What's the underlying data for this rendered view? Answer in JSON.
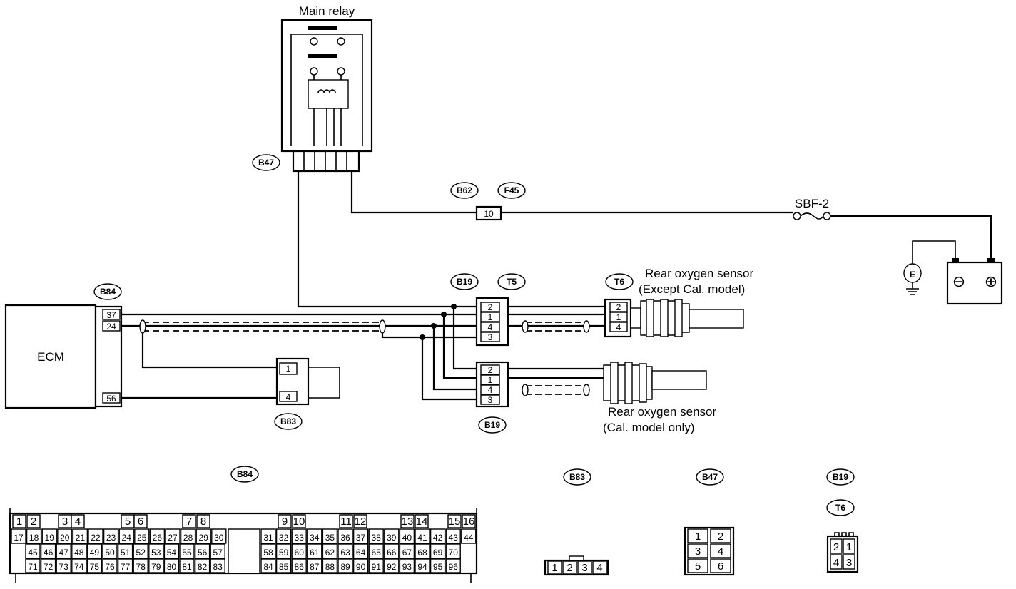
{
  "labels": {
    "main_relay": "Main relay",
    "ecm": "ECM",
    "sbf": "SBF-2",
    "sensor_a_line1": "Rear oxygen sensor",
    "sensor_a_line2": "(Except Cal. model)",
    "sensor_b_line1": "Rear oxygen sensor",
    "sensor_b_line2": "(Cal. model only)",
    "ground": "E",
    "battery_neg": "⊖",
    "battery_pos": "⊕"
  },
  "connector_tags": {
    "b47": "B47",
    "b62": "B62",
    "f45": "F45",
    "b84": "B84",
    "b19_top": "B19",
    "t5": "T5",
    "t6": "T6",
    "b83": "B83",
    "b19_bottom": "B19",
    "b84_face": "B84",
    "b83_face": "B83",
    "b47_face": "B47",
    "b19_face": "B19",
    "t6_face": "T6"
  },
  "pins": {
    "ecm": [
      "37",
      "24",
      "56"
    ],
    "b62_f45": "10",
    "t5": [
      "2",
      "1",
      "4",
      "3"
    ],
    "t6": [
      "2",
      "1",
      "4"
    ],
    "b83": [
      "1",
      "4"
    ],
    "b19": [
      "2",
      "1",
      "4",
      "3"
    ]
  },
  "faces": {
    "b84_row1": [
      "1",
      "2",
      "3",
      "4",
      "5",
      "6",
      "7",
      "8",
      "9",
      "10",
      "11",
      "12",
      "13",
      "14",
      "15",
      "16"
    ],
    "b84_row2": [
      "17",
      "18",
      "19",
      "20",
      "21",
      "22",
      "23",
      "24",
      "25",
      "26",
      "27",
      "28",
      "29",
      "30",
      "31",
      "32",
      "33",
      "34",
      "35",
      "36",
      "37",
      "38",
      "39",
      "40",
      "41",
      "42",
      "43",
      "44"
    ],
    "b84_row3": [
      "45",
      "46",
      "47",
      "48",
      "49",
      "50",
      "51",
      "52",
      "53",
      "54",
      "55",
      "56",
      "57",
      "58",
      "59",
      "60",
      "61",
      "62",
      "63",
      "64",
      "65",
      "66",
      "67",
      "68",
      "69",
      "70"
    ],
    "b84_row4": [
      "71",
      "72",
      "73",
      "74",
      "75",
      "76",
      "77",
      "78",
      "79",
      "80",
      "81",
      "82",
      "83",
      "84",
      "85",
      "86",
      "87",
      "88",
      "89",
      "90",
      "91",
      "92",
      "93",
      "94",
      "95",
      "96"
    ],
    "b83": [
      "1",
      "2",
      "3",
      "4"
    ],
    "b47": [
      "1",
      "2",
      "3",
      "4",
      "5",
      "6"
    ],
    "b19_t6": [
      "2",
      "1",
      "4",
      "3"
    ]
  }
}
